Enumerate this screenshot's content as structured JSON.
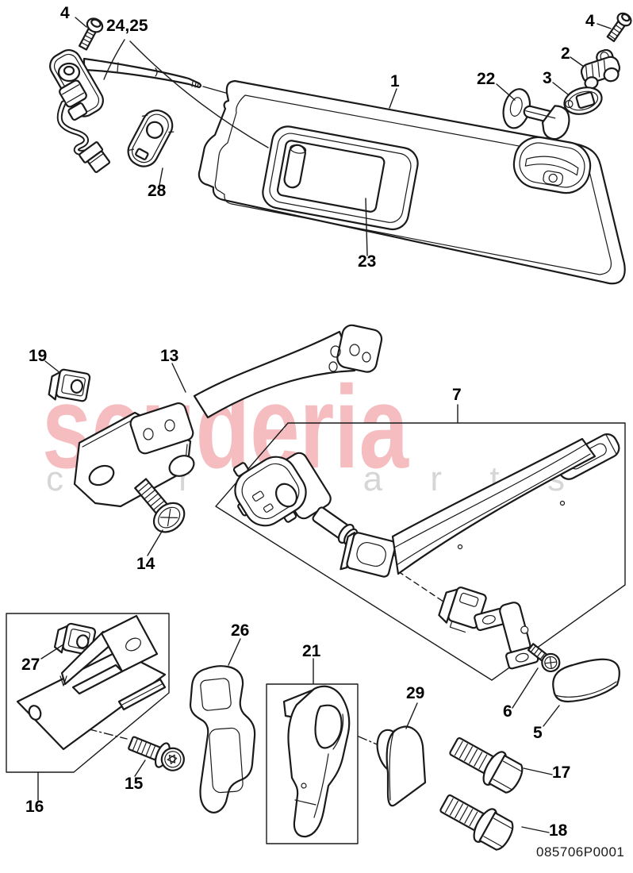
{
  "diagram": {
    "part_number": "085706P0001",
    "watermark": {
      "brand": "scuderia",
      "subtitle": "car parts"
    },
    "part_labels": [
      "4",
      "24,25",
      "28",
      "1",
      "22",
      "2",
      "3",
      "4",
      "19",
      "13",
      "14",
      "7",
      "27",
      "16",
      "15",
      "26",
      "21",
      "29",
      "6",
      "5",
      "17",
      "18",
      "23"
    ]
  }
}
